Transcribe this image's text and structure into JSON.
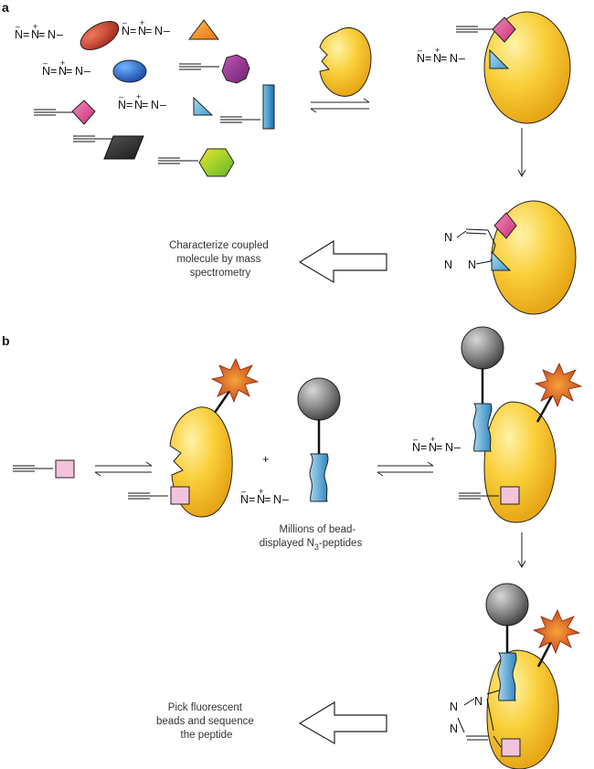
{
  "panels": {
    "a": {
      "label": "a",
      "caption_lines": [
        "Characterize coupled",
        "molecule by mass",
        "spectrometry"
      ]
    },
    "b": {
      "label": "b",
      "bead_caption_lines": [
        "Millions of bead-",
        "displayed N"
      ],
      "bead_caption_sub": "3",
      "bead_caption_end": "-peptides",
      "caption_lines": [
        "Pick fluorescent",
        "beads and sequence",
        "the peptide"
      ]
    }
  },
  "chemistry": {
    "azide_atoms": [
      "N",
      "=",
      "N",
      "=",
      "N",
      "–"
    ],
    "azide_charges": [
      "–",
      "+"
    ],
    "triazole_atoms": [
      "N",
      "N",
      "N"
    ]
  },
  "colors": {
    "protein": "#f5b819",
    "red_ellipse": "#c0392b",
    "orange_triangle": "#f08c1e",
    "blue_ellipse": "#1f63c9",
    "purple_octagon": "#8e2c8a",
    "pink_diamond": "#e0488f",
    "cyan_triangle": "#6bbbe0",
    "blue_rect": "#2496d4",
    "dark_parallelogram": "#2b2b2b",
    "green_hexagon": "#a3cf27",
    "pink_square": "#f3c3db",
    "blue_peptide": "#5aaed8",
    "grey_bead": "#777777",
    "fluorophore": "#d9531e"
  }
}
